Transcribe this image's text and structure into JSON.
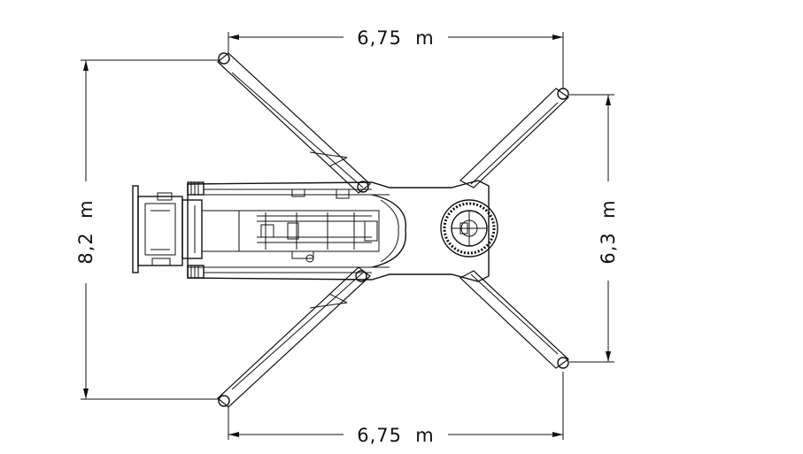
{
  "dimensions": {
    "top_width": "6,75  m",
    "bottom_width": "6,75  m",
    "left_length": "8,2  m",
    "right_length": "6,3  m"
  }
}
